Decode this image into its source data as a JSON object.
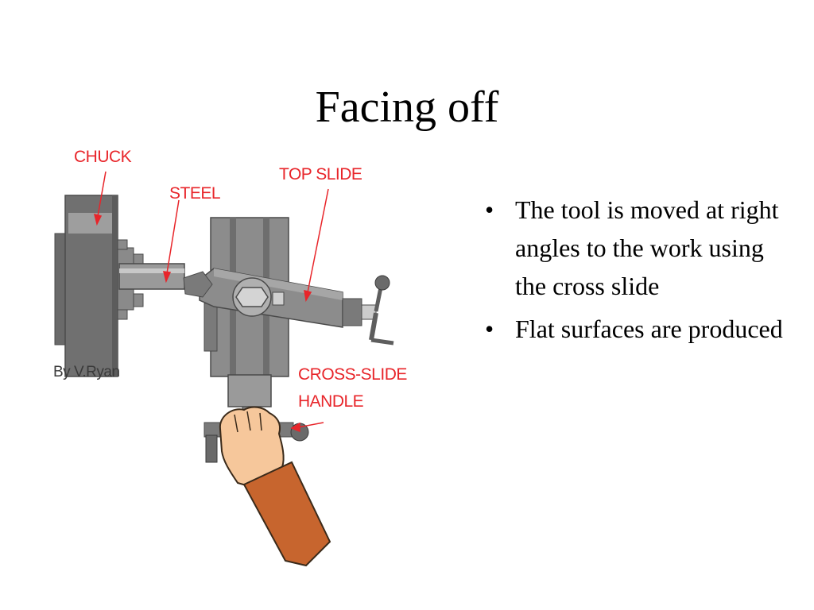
{
  "slide": {
    "title": "Facing off",
    "bullets": [
      "The tool is moved at right angles to the work using the cross slide",
      "Flat surfaces are produced"
    ],
    "bullet_glyph": "•"
  },
  "figure": {
    "labels": {
      "chuck": "CHUCK",
      "steel": "STEEL",
      "top_slide": "TOP SLIDE",
      "cross_slide_line1": "CROSS-SLIDE",
      "cross_slide_line2": "HANDLE"
    },
    "credit": "By V.Ryan",
    "colors": {
      "label": "#e8252a",
      "metal": "#8c8c8c",
      "metal_dark": "#5e5e5e",
      "skin": "#f6c79b",
      "sleeve": "#c7652e"
    }
  }
}
